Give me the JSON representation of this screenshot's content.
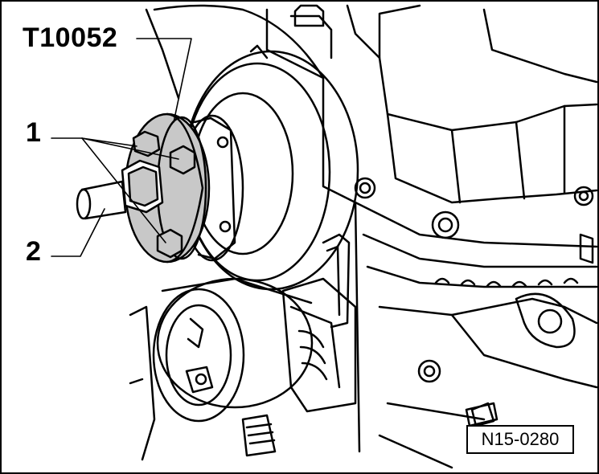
{
  "labels": {
    "tool": "T10052",
    "part_1": "1",
    "part_2": "2"
  },
  "figure_code": "N15-0280",
  "colors": {
    "line": "#000000",
    "background": "#ffffff",
    "tool_fill": "#c8c8c8"
  }
}
